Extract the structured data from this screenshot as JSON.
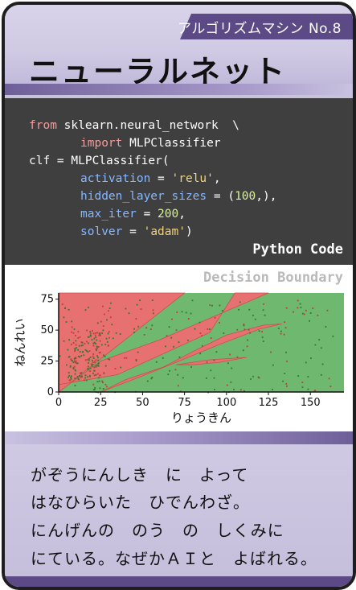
{
  "card": {
    "number_label": "アルゴリズムマシン No.8",
    "title": "ニューラルネット"
  },
  "code": {
    "lines": [
      {
        "kw": "from",
        "rest": " sklearn.neural_network  \\"
      },
      {
        "kw": "import",
        "rest": " MLPClassifier"
      },
      {
        "plain": "clf = MLPClassifier("
      },
      {
        "attr": "activation",
        "eq": " = ",
        "str": "'relu'",
        "tail": ","
      },
      {
        "attr": "hidden_layer_sizes",
        "eq": " = (",
        "num": "100",
        "tail": ",),"
      },
      {
        "attr": "max_iter",
        "eq": " = ",
        "num": "200",
        "tail": ","
      },
      {
        "attr": "solver",
        "eq": " = ",
        "str": "'adam'",
        "tail": ")"
      }
    ],
    "caption": "Python Code"
  },
  "chart_data": {
    "type": "scatter",
    "title": "Decision Boundary",
    "xlabel": "りょうきん",
    "ylabel": "ねんれい",
    "xlim": [
      0,
      170
    ],
    "ylim": [
      0,
      80
    ],
    "xticks": [
      0,
      25,
      50,
      75,
      100,
      125,
      150
    ],
    "yticks": [
      0,
      25,
      50,
      75
    ],
    "background_class_color": "#6fb86f",
    "region_class_color": "#e77070",
    "point_colors": [
      "#2d7a2d",
      "#c23a3a"
    ]
  },
  "description": {
    "lines": [
      "がぞうにんしき　に　よって",
      "はなひらいた　ひでんわざ。",
      "にんげんの　のう　の　しくみに",
      "にている。なぜかＡＩと　よばれる。"
    ]
  },
  "colors": {
    "frame": "#1e1e1e",
    "accent": "#5b4a86",
    "code_bg": "#3f3f3f",
    "panel": "#cfc9e3"
  }
}
